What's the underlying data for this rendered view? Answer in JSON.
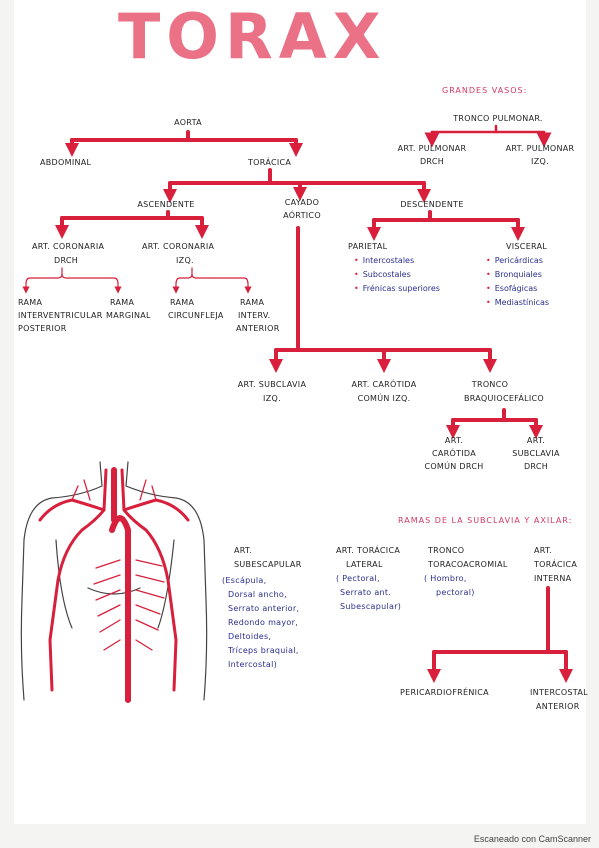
{
  "title": "TORAX",
  "colors": {
    "arrow": "#d81f3c",
    "title": "#e8627a",
    "heading": "#d33a63",
    "ink": "#222222",
    "blue": "#2a2f8c"
  },
  "grandes_vasos": {
    "heading": "GRANDES VASOS:",
    "tronco": "TRONCO PULMONAR.",
    "left": [
      "ART. PULMONAR",
      "DRCH"
    ],
    "right": [
      "ART. PULMONAR",
      "IZQ."
    ]
  },
  "aorta": {
    "label": "AORTA",
    "abdominal": "ABDOMINAL",
    "toracica": "TORÁCICA",
    "ascendente": "ASCENDENTE",
    "cayado": [
      "CAYADO",
      "AÓRTICO"
    ],
    "descendente": "DESCENDENTE",
    "coronaria_drch": [
      "ART. CORONARIA",
      "DRCH"
    ],
    "coronaria_izq": [
      "ART. CORONARIA",
      "IZQ."
    ],
    "rama_interventricular": [
      "RAMA",
      "INTERVENTRICULAR",
      "POSTERIOR"
    ],
    "rama_marginal": [
      "RAMA",
      "MARGINAL"
    ],
    "rama_circunfleja": [
      "RAMA",
      "CIRCUNFLEJA"
    ],
    "rama_anterior": [
      "RAMA",
      "INTERV.",
      "ANTERIOR"
    ],
    "parietal": "PARIETAL",
    "parietal_items": [
      "Intercostales",
      "Subcostales",
      "Frénicas superiores"
    ],
    "visceral": "VISCERAL",
    "visceral_items": [
      "Pericárdicas",
      "Bronquiales",
      "Esofágicas",
      "Mediastínicas"
    ],
    "subclavia_izq": [
      "ART. SUBCLAVIA",
      "IZQ."
    ],
    "carotida_izq": [
      "ART. CARÓTIDA",
      "COMÚN IZQ."
    ],
    "tronco_braquio": [
      "TRONCO",
      "BRAQUIOCEFÁLICO"
    ],
    "carotida_drch": [
      "ART.",
      "CARÓTIDA",
      "COMÚN DRCH"
    ],
    "subclavia_drch": [
      "ART.",
      "SUBCLAVIA",
      "DRCH"
    ]
  },
  "ramas": {
    "heading": "RAMAS DE LA SUBCLAVIA Y AXILAR:",
    "subescapular": [
      "ART.",
      "SUBESCAPULAR"
    ],
    "subescapular_items": [
      "(Escápula,",
      "Dorsal ancho,",
      "Serrato anterior,",
      "Redondo mayor,",
      "Deltoides,",
      "Tríceps braquial,",
      "Intercostal)"
    ],
    "toracica_lateral": [
      "ART. TORÁCICA",
      "LATERAL"
    ],
    "toracica_lateral_items": [
      "( Pectoral,",
      "Serrato ant.",
      "Subescapular)"
    ],
    "toracoacromial": [
      "TRONCO",
      "TORACOACROMIAL"
    ],
    "toracoacromial_items": [
      "( Hombro,",
      "pectoral)"
    ],
    "toracica_interna": [
      "ART.",
      "TORÁCICA",
      "INTERNA"
    ],
    "pericardiofrenica": "PERICARDIOFRÉNICA",
    "intercostal_anterior": [
      "INTERCOSTAL",
      "ANTERIOR"
    ]
  },
  "footer": "Escaneado con CamScanner"
}
